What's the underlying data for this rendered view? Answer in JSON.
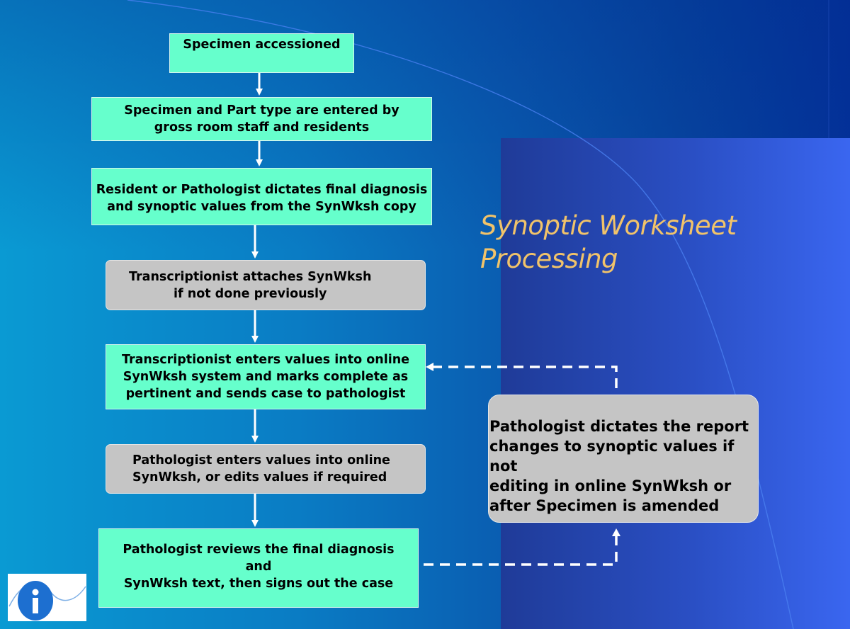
{
  "title": {
    "line1": "Synoptic Worksheet",
    "line2": "Processing"
  },
  "flow": {
    "step1": "Specimen accessioned",
    "step2": "Specimen and Part type are entered by\ngross room staff and residents",
    "step3": "Resident or Pathologist dictates final diagnosis\nand synoptic values from the SynWksh copy",
    "step4": "Transcriptionist attaches SynWksh\nif not done previously",
    "step5": "Transcriptionist enters values into online\nSynWksh system and marks complete as\npertinent  and sends case to pathologist",
    "step6": "Pathologist enters values into online\nSynWksh, or edits values if required",
    "step7": "Pathologist reviews the final diagnosis\nand\nSynWksh text, then signs out the case"
  },
  "side_note": "Pathologist dictates the report\nchanges to synoptic values if not\nediting in online SynWksh or\nafter Specimen is amended",
  "colors": {
    "green_box": "#66ffcc",
    "grey_box": "#c5c5c5",
    "title": "#f1c36a",
    "logo_blue": "#1d6fd0"
  },
  "icons": {
    "logo": "info-i-logo",
    "connectors": "arrow-icons"
  }
}
